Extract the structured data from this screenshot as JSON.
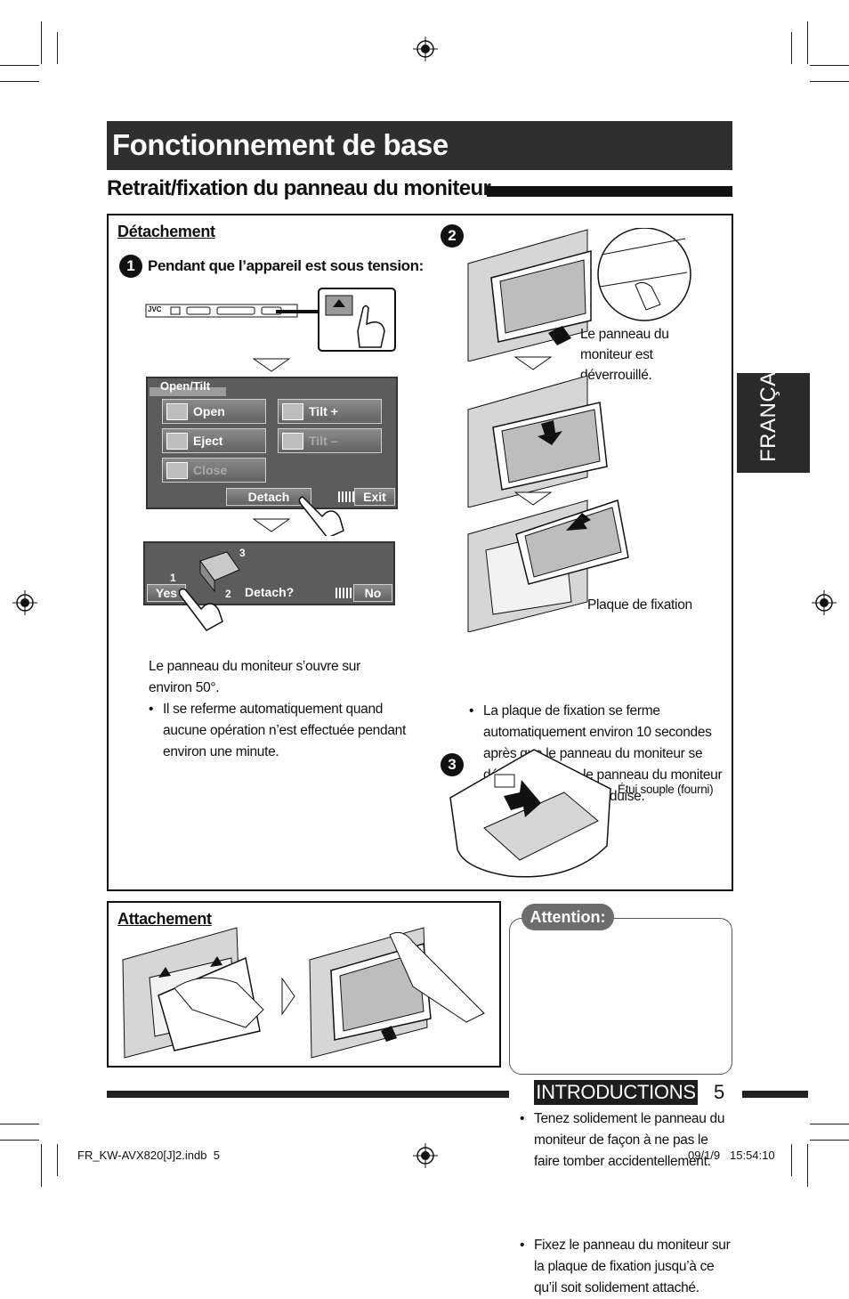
{
  "title": "Fonctionnement de base",
  "section_title": "Retrait/fixation du panneau du moniteur",
  "side_tab": "FRANÇAIS",
  "detach": {
    "heading": "Détachement",
    "step1_num": "1",
    "step1_text": "Pendant que l’appareil est sous tension:",
    "brand": "JVC",
    "menu": {
      "title": "Open/Tilt",
      "open": "Open",
      "tilt_plus": "Tilt +",
      "eject": "Eject",
      "tilt_minus": "Tilt –",
      "close": "Close",
      "detach": "Detach",
      "exit": "Exit"
    },
    "confirm": {
      "yes": "Yes",
      "question": "Detach?",
      "no": "No",
      "n1": "1",
      "n2": "2",
      "n3": "3"
    },
    "note_para": "Le panneau du moniteur s’ouvre sur environ 50°.",
    "note_bullet": "Il se referme automatiquement quand aucune opération n’est effectuée pendant environ une minute.",
    "step2_num": "2",
    "label_unlocked": "Le panneau du moniteur est déverrouillé.",
    "label_plate": "Plaque de fixation",
    "bullet_plate": "La plaque de fixation se ferme automatiquement environ 10 secondes après que le panneau du moniteur se détache. Retirez le panneau du moniteur avant que cela se produise.",
    "step3_num": "3",
    "label_case": "Étui souple (fourni)"
  },
  "attach": {
    "heading": "Attachement"
  },
  "attention": {
    "label": "Attention:",
    "bullets": [
      "Tenez solidement le panneau du moniteur de façon à ne pas le faire tomber accidentellement.",
      "Fixez le panneau du moniteur sur la plaque de fixation jusqu’à ce qu’il soit solidement attaché."
    ]
  },
  "footer": {
    "section": "INTRODUCTIONS",
    "page": "5"
  },
  "printer": {
    "file": "FR_KW-AVX820[J]2.indb",
    "page": "5",
    "date": "09/1/9",
    "time": "15:54:10"
  }
}
